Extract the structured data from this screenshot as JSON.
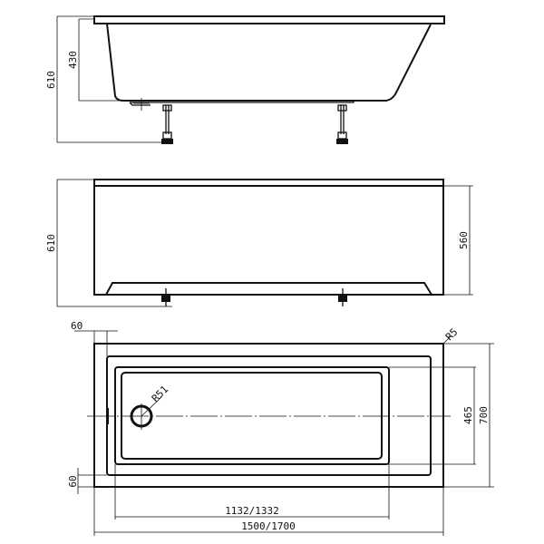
{
  "side_view": {
    "overall_height": "610",
    "basin_depth": "430"
  },
  "front_view": {
    "overall_height": "610",
    "panel_height": "560"
  },
  "top_view": {
    "rim_width_top": "60",
    "rim_width_bottom": "60",
    "corner_radius": "R5",
    "drain_radius": "R51",
    "basin_width": "465",
    "overall_width": "700",
    "basin_length": "1132/1332",
    "overall_length": "1500/1700"
  },
  "colors": {
    "line": "#111111",
    "background": "#ffffff"
  }
}
